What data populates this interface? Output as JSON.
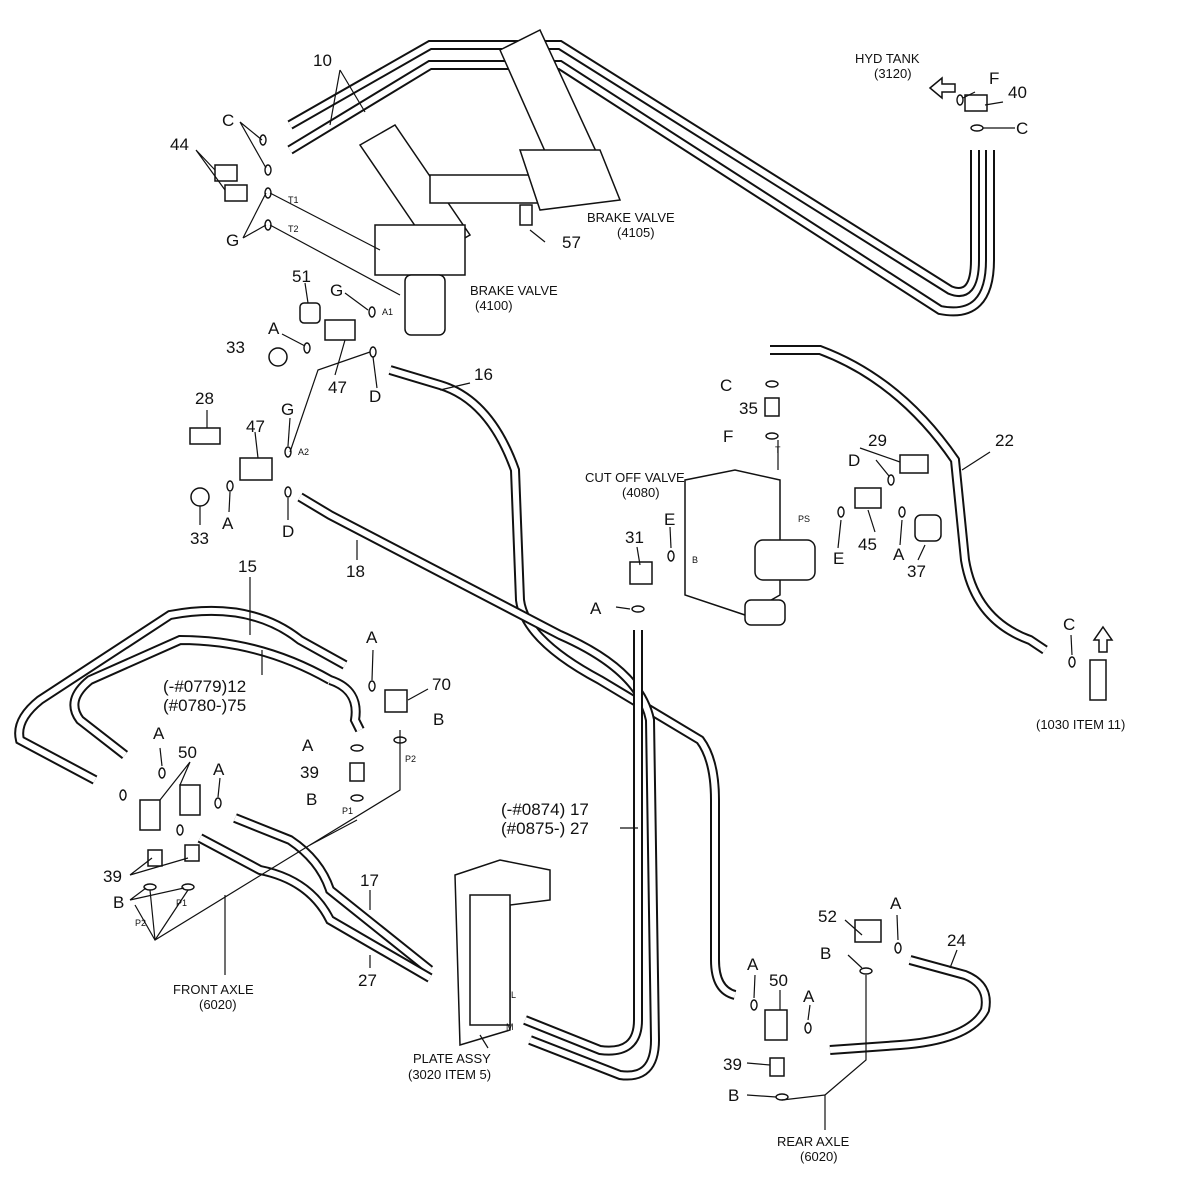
{
  "part_numbers": {
    "n10": "10",
    "n44": "44",
    "n57": "57",
    "n51": "51",
    "n33a": "33",
    "n47a": "47",
    "n16": "16",
    "n28": "28",
    "n47b": "47",
    "n33b": "33",
    "n18": "18",
    "n15": "15",
    "n70": "70",
    "n39a": "39",
    "n50a": "50",
    "n39b": "39",
    "n17": "17",
    "n27": "27",
    "n40": "40",
    "n35": "35",
    "n29": "29",
    "n22": "22",
    "n31": "31",
    "n45": "45",
    "n37": "37",
    "n52": "52",
    "n24": "24",
    "n50b": "50",
    "n39c": "39"
  },
  "letters": {
    "c1": "C",
    "g1": "G",
    "g2": "G",
    "a1": "A",
    "d1": "D",
    "g3": "G",
    "a2": "A",
    "d2": "D",
    "a3": "A",
    "a4": "A",
    "b1": "B",
    "b2": "B",
    "a5": "A",
    "a6": "A",
    "b3": "B",
    "f1": "F",
    "c2": "C",
    "c3": "C",
    "f2": "F",
    "d3": "D",
    "e1": "E",
    "e2": "E",
    "a7": "A",
    "a8": "A",
    "c4": "C",
    "a9": "A",
    "b4": "B",
    "a10": "A",
    "a11": "A",
    "b5": "B"
  },
  "port_marks": {
    "t1": "T1",
    "t2": "T2",
    "a1": "A1",
    "a2": "A2",
    "p2a": "P2",
    "p1a": "P1",
    "p1b": "P1",
    "p2b": "P2",
    "t": "T",
    "ps": "PS",
    "b": "B",
    "l": "L",
    "m": "M"
  },
  "callouts": {
    "hyd_tank": "HYD TANK",
    "hyd_tank_ref": "(3120)",
    "brake_valve_4105": "BRAKE VALVE",
    "brake_valve_4105_ref": "(4105)",
    "brake_valve_4100": "BRAKE VALVE",
    "brake_valve_4100_ref": "(4100)",
    "cut_off_valve": "CUT OFF VALVE",
    "cut_off_valve_ref": "(4080)",
    "item_1030": "(1030 ITEM 11)",
    "front_axle": "FRONT AXLE",
    "front_axle_ref": "(6020)",
    "plate_assy": "PLATE ASSY",
    "plate_assy_ref": "(3020 ITEM 5)",
    "rear_axle": "REAR AXLE",
    "rear_axle_ref": "(6020)",
    "serial_12": "(-#0779)12",
    "serial_75": "(#0780-)75",
    "serial_17": "(-#0874) 17",
    "serial_27": "(#0875-) 27"
  }
}
